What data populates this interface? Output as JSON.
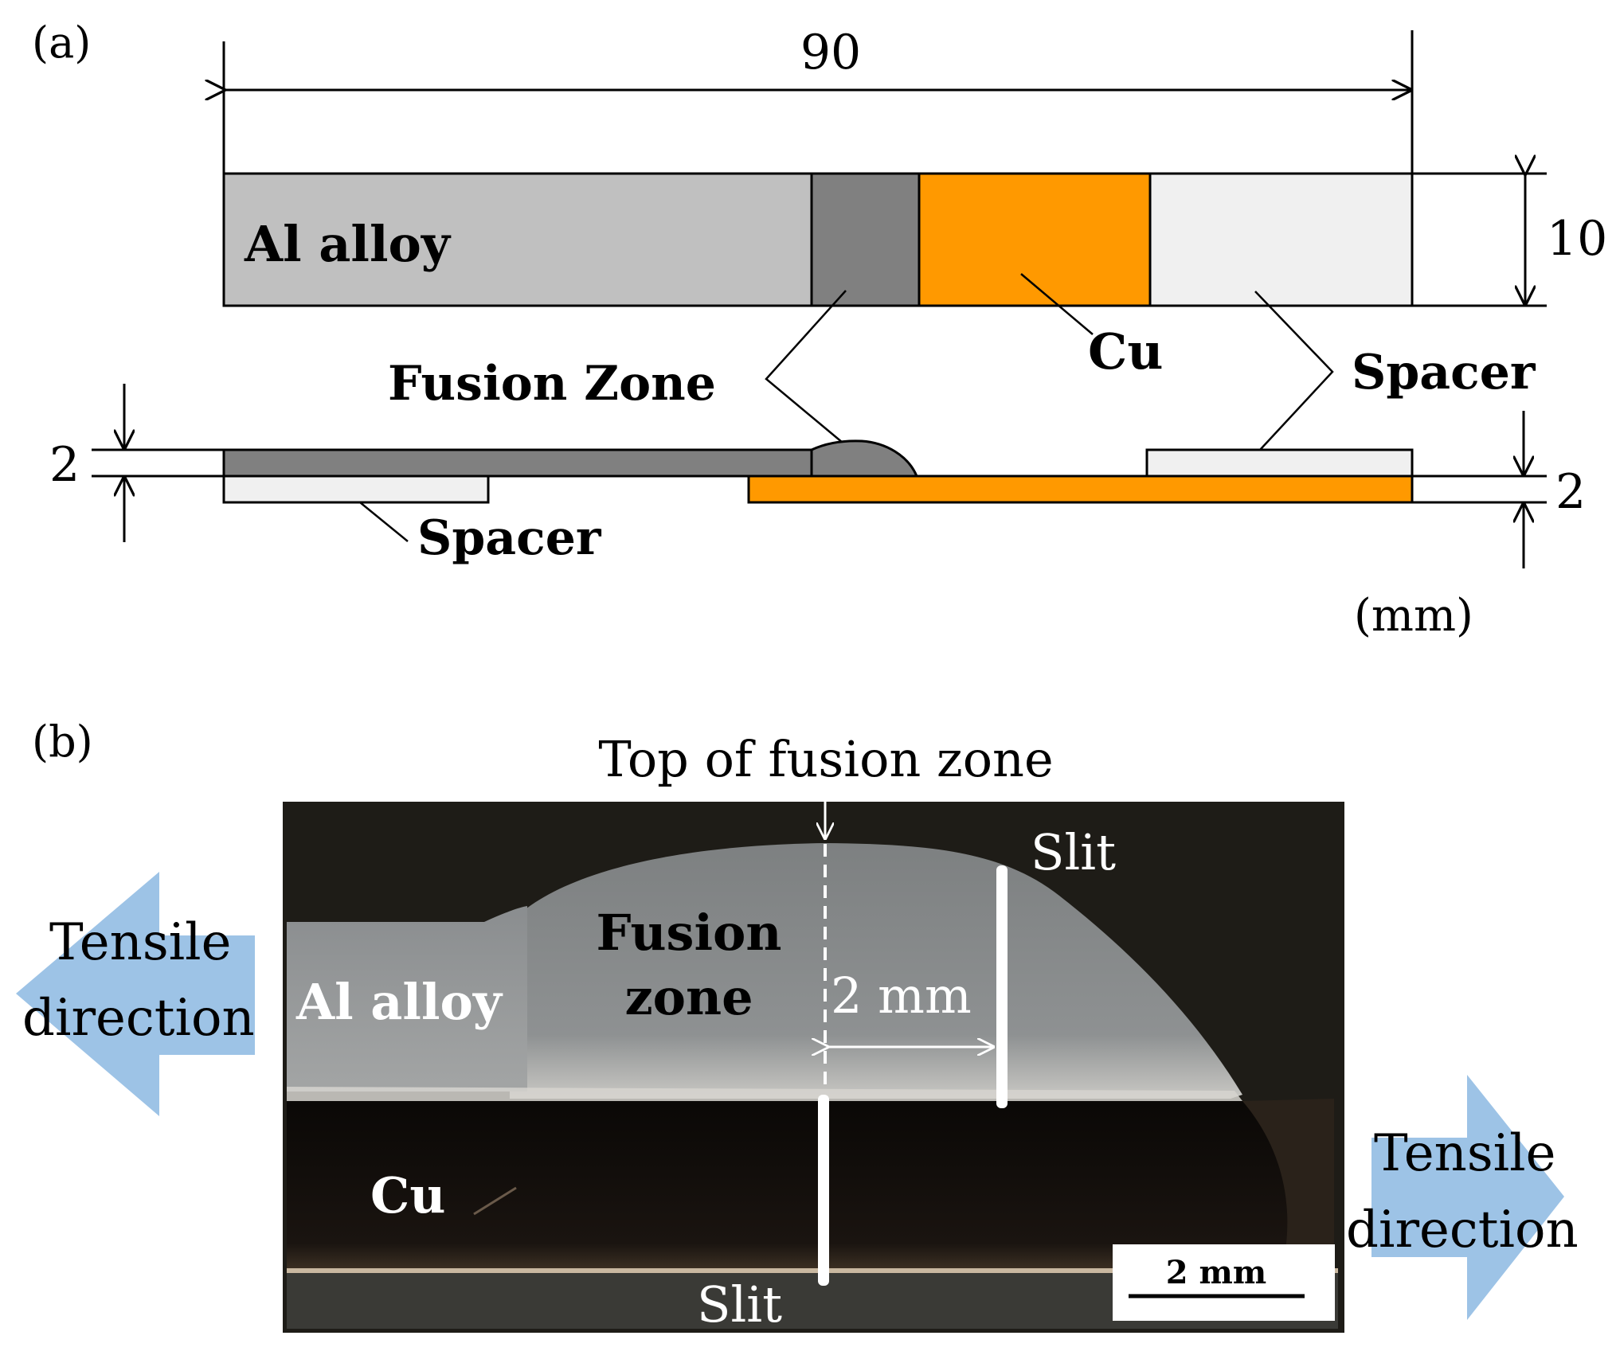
{
  "panel_a": {
    "label": "(a)",
    "dim_length": "90",
    "dim_width": "10",
    "dim_al_thickness": "2",
    "dim_cu_thickness": "2",
    "unit": "(mm)",
    "al_alloy_label": "Al alloy",
    "cu_label": "Cu",
    "fusion_zone_label": "Fusion Zone",
    "spacer_label_top": "Spacer",
    "spacer_label_bottom": "Spacer",
    "colors": {
      "al_alloy": "#c0c0c0",
      "fusion_zone": "#808080",
      "cu": "#ff9900",
      "spacer": "#f0f0f0",
      "outline": "#000000"
    }
  },
  "panel_b": {
    "label": "(b)",
    "top_marker_label": "Top of fusion zone",
    "slit_top_label": "Slit",
    "slit_bottom_label": "Slit",
    "fusion_zone_label_line1": "Fusion",
    "fusion_zone_label_line2": "zone",
    "al_alloy_label": "Al alloy",
    "cu_label": "Cu",
    "offset_label": "2 mm",
    "scale_bar_label": "2 mm",
    "tensile_left_line1": "Tensile",
    "tensile_left_line2": "direction",
    "tensile_right_line1": "Tensile",
    "tensile_right_line2": "direction",
    "colors": {
      "arrow": "#9dc3e6",
      "background": "#1e1c17",
      "al_alloy": "#8f9294",
      "fusion_zone": "#8a8c8d",
      "cu": "#0f0b08",
      "slit": "#ffffff"
    }
  }
}
